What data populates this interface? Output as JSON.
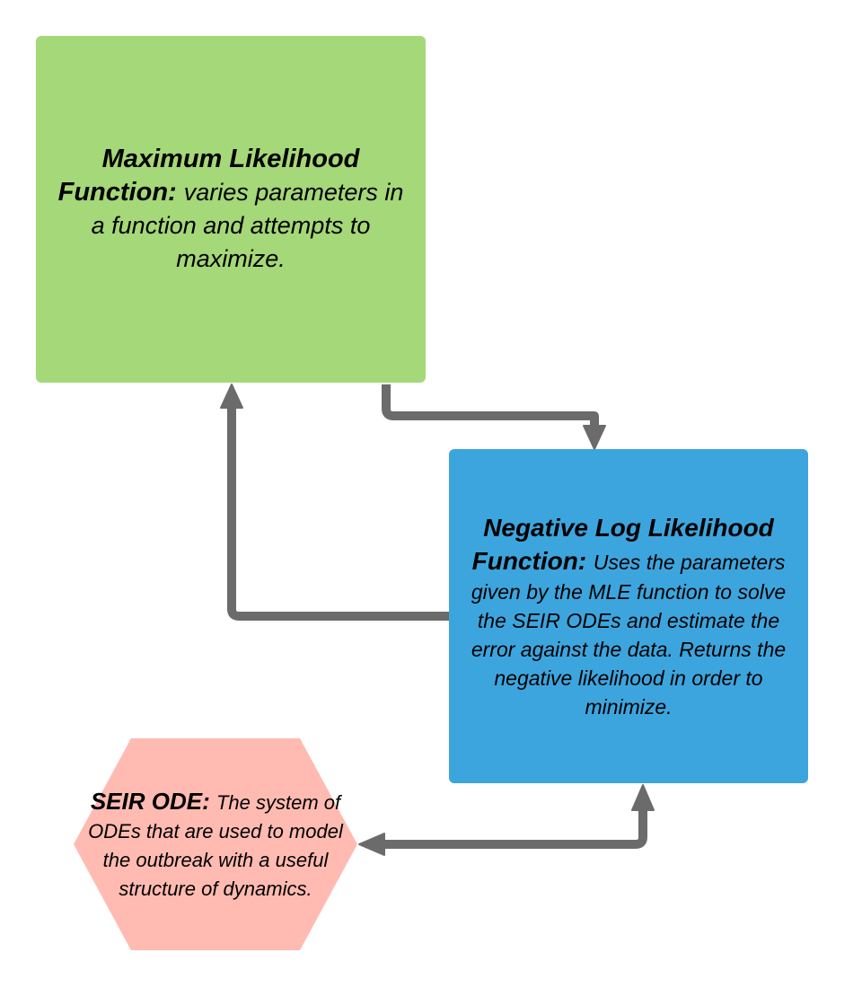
{
  "colors": {
    "mle_fill": "#a5d878",
    "nll_fill": "#3da5de",
    "seir_fill": "#ffbbb1",
    "connector": "#6b6b6b"
  },
  "nodes": {
    "mle": {
      "title": "Maximum Likelihood Function:",
      "body": "varies parameters in a function and attempts to maximize."
    },
    "nll": {
      "title": "Negative Log Likelihood Function:",
      "body": "Uses the parameters given by the MLE function to solve the SEIR ODEs and estimate the error against the data. Returns the negative likelihood in order to minimize."
    },
    "seir": {
      "title": "SEIR ODE:",
      "body": "The system of ODEs that are used to model the outbreak with a useful structure of dynamics."
    }
  },
  "edges": [
    {
      "from": "mle",
      "to": "nll"
    },
    {
      "from": "nll",
      "to": "mle"
    },
    {
      "from": "nll",
      "to": "seir",
      "bidirectional": true
    }
  ]
}
